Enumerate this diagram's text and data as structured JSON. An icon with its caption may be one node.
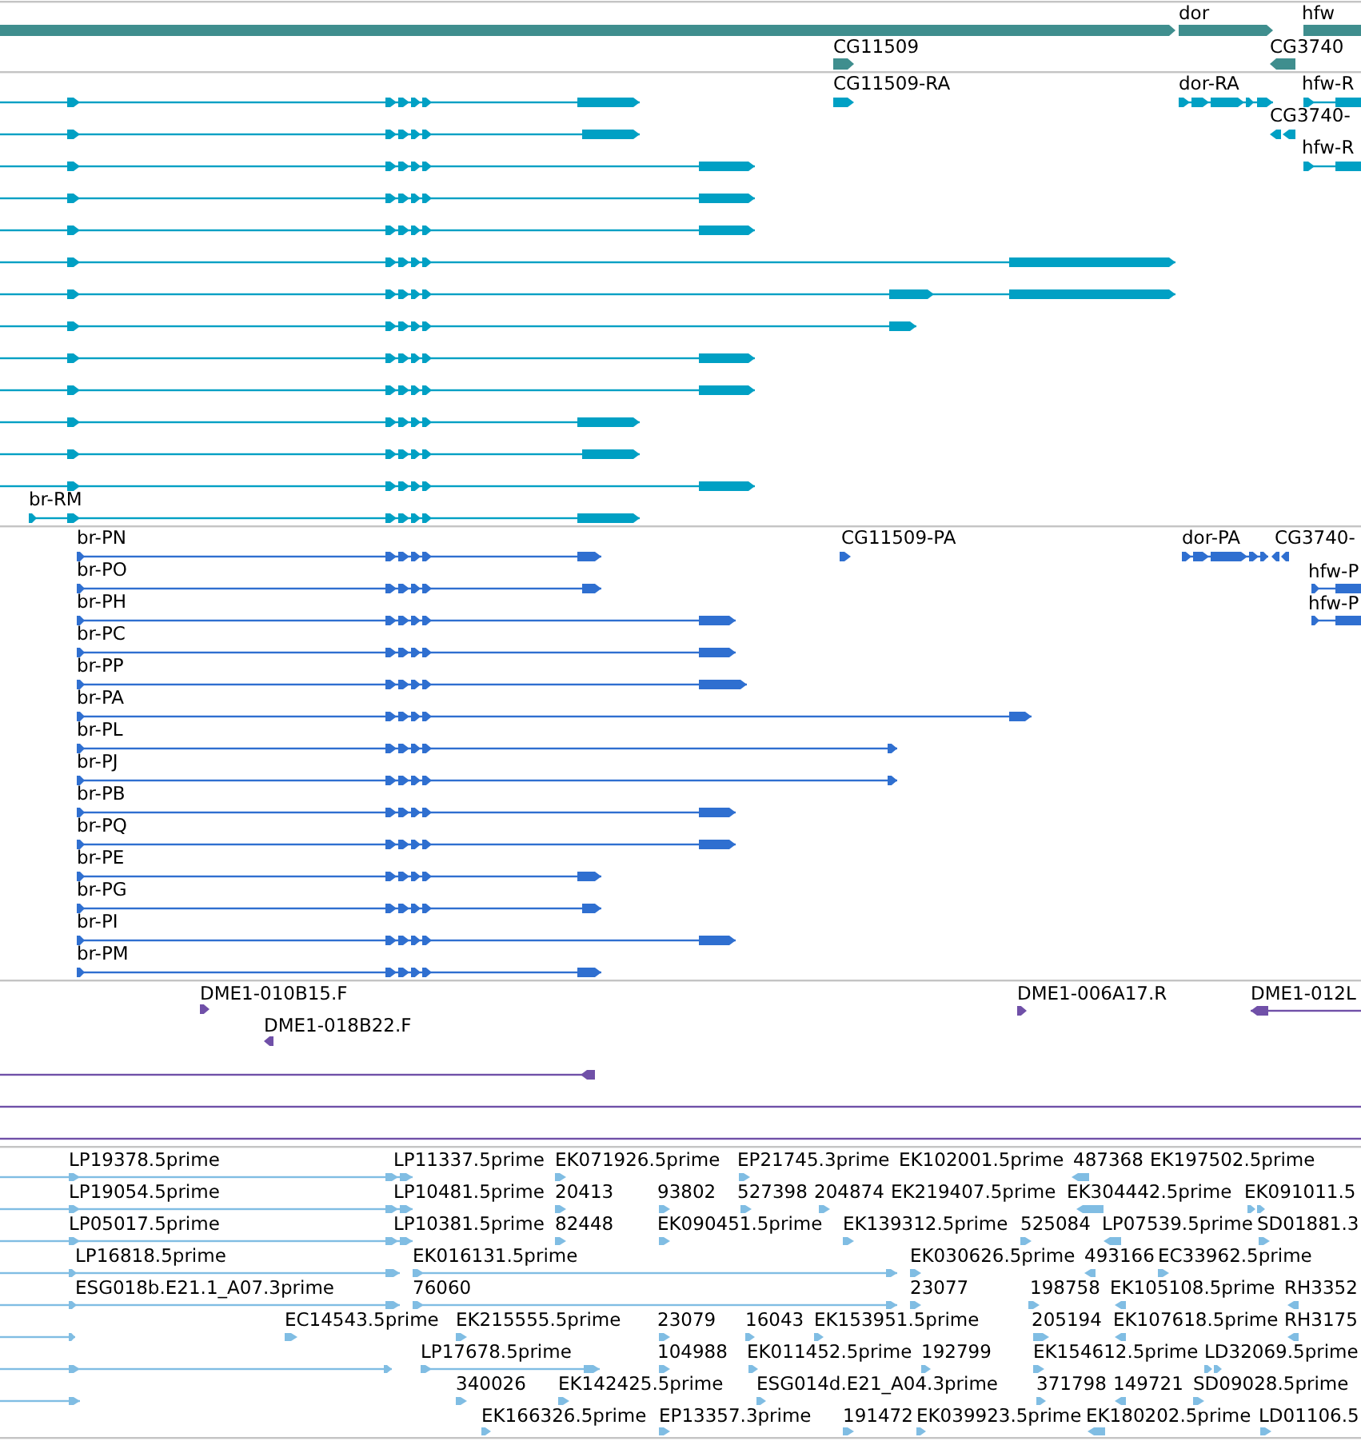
{
  "diagram": {
    "labels": [
      "dor",
      "hfw",
      "CG11509",
      "CG3740",
      "CG11509-RA",
      "dor-RA",
      "hfw-R",
      "CG3740-",
      "hfw-R",
      "br-RM",
      "br-PN",
      "CG11509-PA",
      "dor-PA",
      "CG3740-",
      "br-PO",
      "hfw-P",
      "br-PH",
      "hfw-P",
      "br-PC",
      "br-PP",
      "br-PA",
      "br-PL",
      "br-PJ",
      "br-PB",
      "br-PQ",
      "br-PE",
      "br-PG",
      "br-PI",
      "br-PM",
      "DME1-010B15.F",
      "DME1-006A17.R",
      "DME1-012L",
      "DME1-018B22.F",
      "LP19378.5prime",
      "LP11337.5prime",
      "EK071926.5prime",
      "EP21745.3prime",
      "EK102001.5prime",
      "487368",
      "EK197502.5prime",
      "LP19054.5prime",
      "LP10481.5prime",
      "20413",
      "93802",
      "527398",
      "204874",
      "EK219407.5prime",
      "EK304442.5prime",
      "EK091011.5",
      "LP05017.5prime",
      "LP10381.5prime",
      "82448",
      "EK090451.5prime",
      "EK139312.5prime",
      "525084",
      "LP07539.5prime",
      "SD01881.3",
      "LP16818.5prime",
      "EK016131.5prime",
      "EK030626.5prime",
      "493166",
      "EC33962.5prime",
      "ESG018b.E21.1_A07.3prime",
      "76060",
      "23077",
      "198758",
      "EK105108.5prime",
      "RH3352",
      "EC14543.5prime",
      "EK215555.5prime",
      "23079",
      "16043",
      "EK153951.5prime",
      "205194",
      "EK107618.5prime",
      "RH3175",
      "LP17678.5prime",
      "104988",
      "EK011452.5prime",
      "192799",
      "EK154612.5prime",
      "LD32069.5prime",
      "340026",
      "EK142425.5prime",
      "ESG014d.E21_A04.3prime",
      "371798",
      "149721",
      "SD09028.5prime",
      "EK166326.5prime",
      "EP13357.3prime",
      "191472",
      "EK039923.5prime",
      "EK180202.5prime",
      "LD01106.5"
    ]
  }
}
